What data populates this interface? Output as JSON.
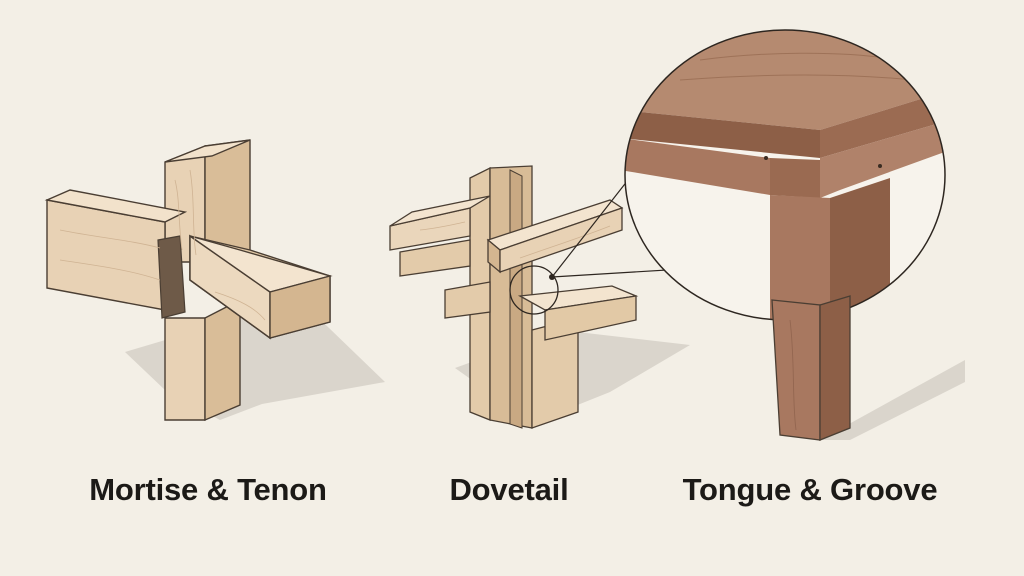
{
  "diagram": {
    "joints": [
      {
        "name": "Mortise & Tenon"
      },
      {
        "name": "Dovetail"
      },
      {
        "name": "Tongue & Groove"
      }
    ]
  },
  "colors": {
    "background": "#f3efe6",
    "light_wood": "#e8d2b5",
    "light_wood_side": "#d9bd98",
    "light_wood_dark": "#c9a983",
    "dark_wood": "#a87860",
    "dark_wood_side": "#8d5f47",
    "shadow": "#cfcbc4",
    "outline": "#4a3e33"
  }
}
